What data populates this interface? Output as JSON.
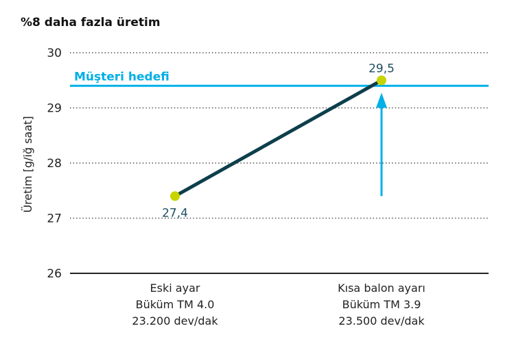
{
  "chart_data": {
    "type": "line",
    "title": "%8 daha fazla üretim",
    "ylabel": "Üretim [g/iğ saat]",
    "xlabel": "",
    "ylim": [
      26,
      30
    ],
    "yticks": [
      26,
      27,
      28,
      29,
      30
    ],
    "ytick_labels": [
      "26",
      "27",
      "28",
      "29",
      "30"
    ],
    "grid": "dotted horizontal",
    "categories": [
      [
        "Eski ayar",
        "Büküm TM 4.0",
        "23.200 dev/dak"
      ],
      [
        "Kısa balon ayarı",
        "Büküm TM 3.9",
        "23.500 dev/dak"
      ]
    ],
    "series": [
      {
        "name": "Üretim",
        "values": [
          27.4,
          29.5
        ],
        "labels": [
          "27,4",
          "29,5"
        ],
        "color": "#0d3f4c",
        "marker_color": "#c8d400"
      }
    ],
    "reference_line": {
      "label": "Müşteri hedefi",
      "value": 29.4,
      "color": "#00b0e8"
    },
    "annotation_arrow": {
      "category_index": 1,
      "from": 27.4,
      "to": 29.2,
      "color": "#00b0e8"
    }
  }
}
